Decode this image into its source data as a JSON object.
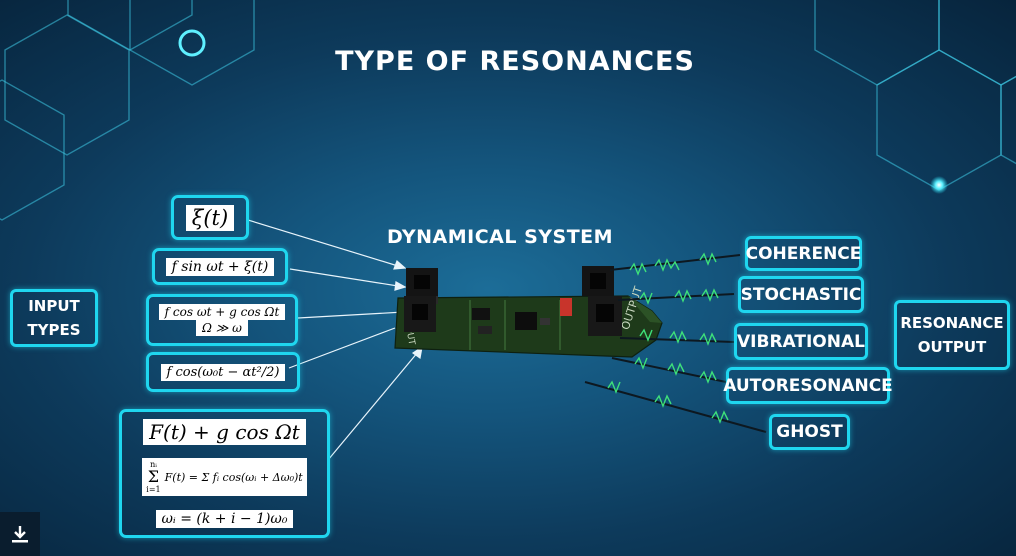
{
  "title": "TYPE OF RESONANCES",
  "system_label": "DYNAMICAL SYSTEM",
  "input_types_label": [
    "INPUT",
    "TYPES"
  ],
  "resonance_output_label": [
    "RESONANCE",
    "OUTPUT"
  ],
  "inputs": {
    "noise": "ξ(t)",
    "harmonic": "f sin ωt + ξ(t)",
    "biharmonic": [
      "f cos ωt + g cos Ωt",
      "Ω ≫ ω"
    ],
    "chirp": "f cos(ω₀t − αt²/2)",
    "multi": [
      "F(t) + g cos Ωt",
      "F(t) = Σ fᵢ cos(ωᵢ + Δω₀)t",
      "ωᵢ = (k + i − 1)ω₀"
    ],
    "sum_limits": [
      "nᵢ",
      "i=1"
    ]
  },
  "outputs": [
    "COHERENCE",
    "STOCHASTIC",
    "VIBRATIONAL",
    "AUTORESONANCE",
    "GHOST"
  ],
  "board_text": {
    "input": "INPUT",
    "output": "OUTPUT"
  },
  "colors": {
    "accent": "#1fd6ef",
    "background": "#14557d",
    "board": "#1e3a1a",
    "signal": "#3ee07a"
  },
  "icons": {
    "download": "download-icon"
  }
}
